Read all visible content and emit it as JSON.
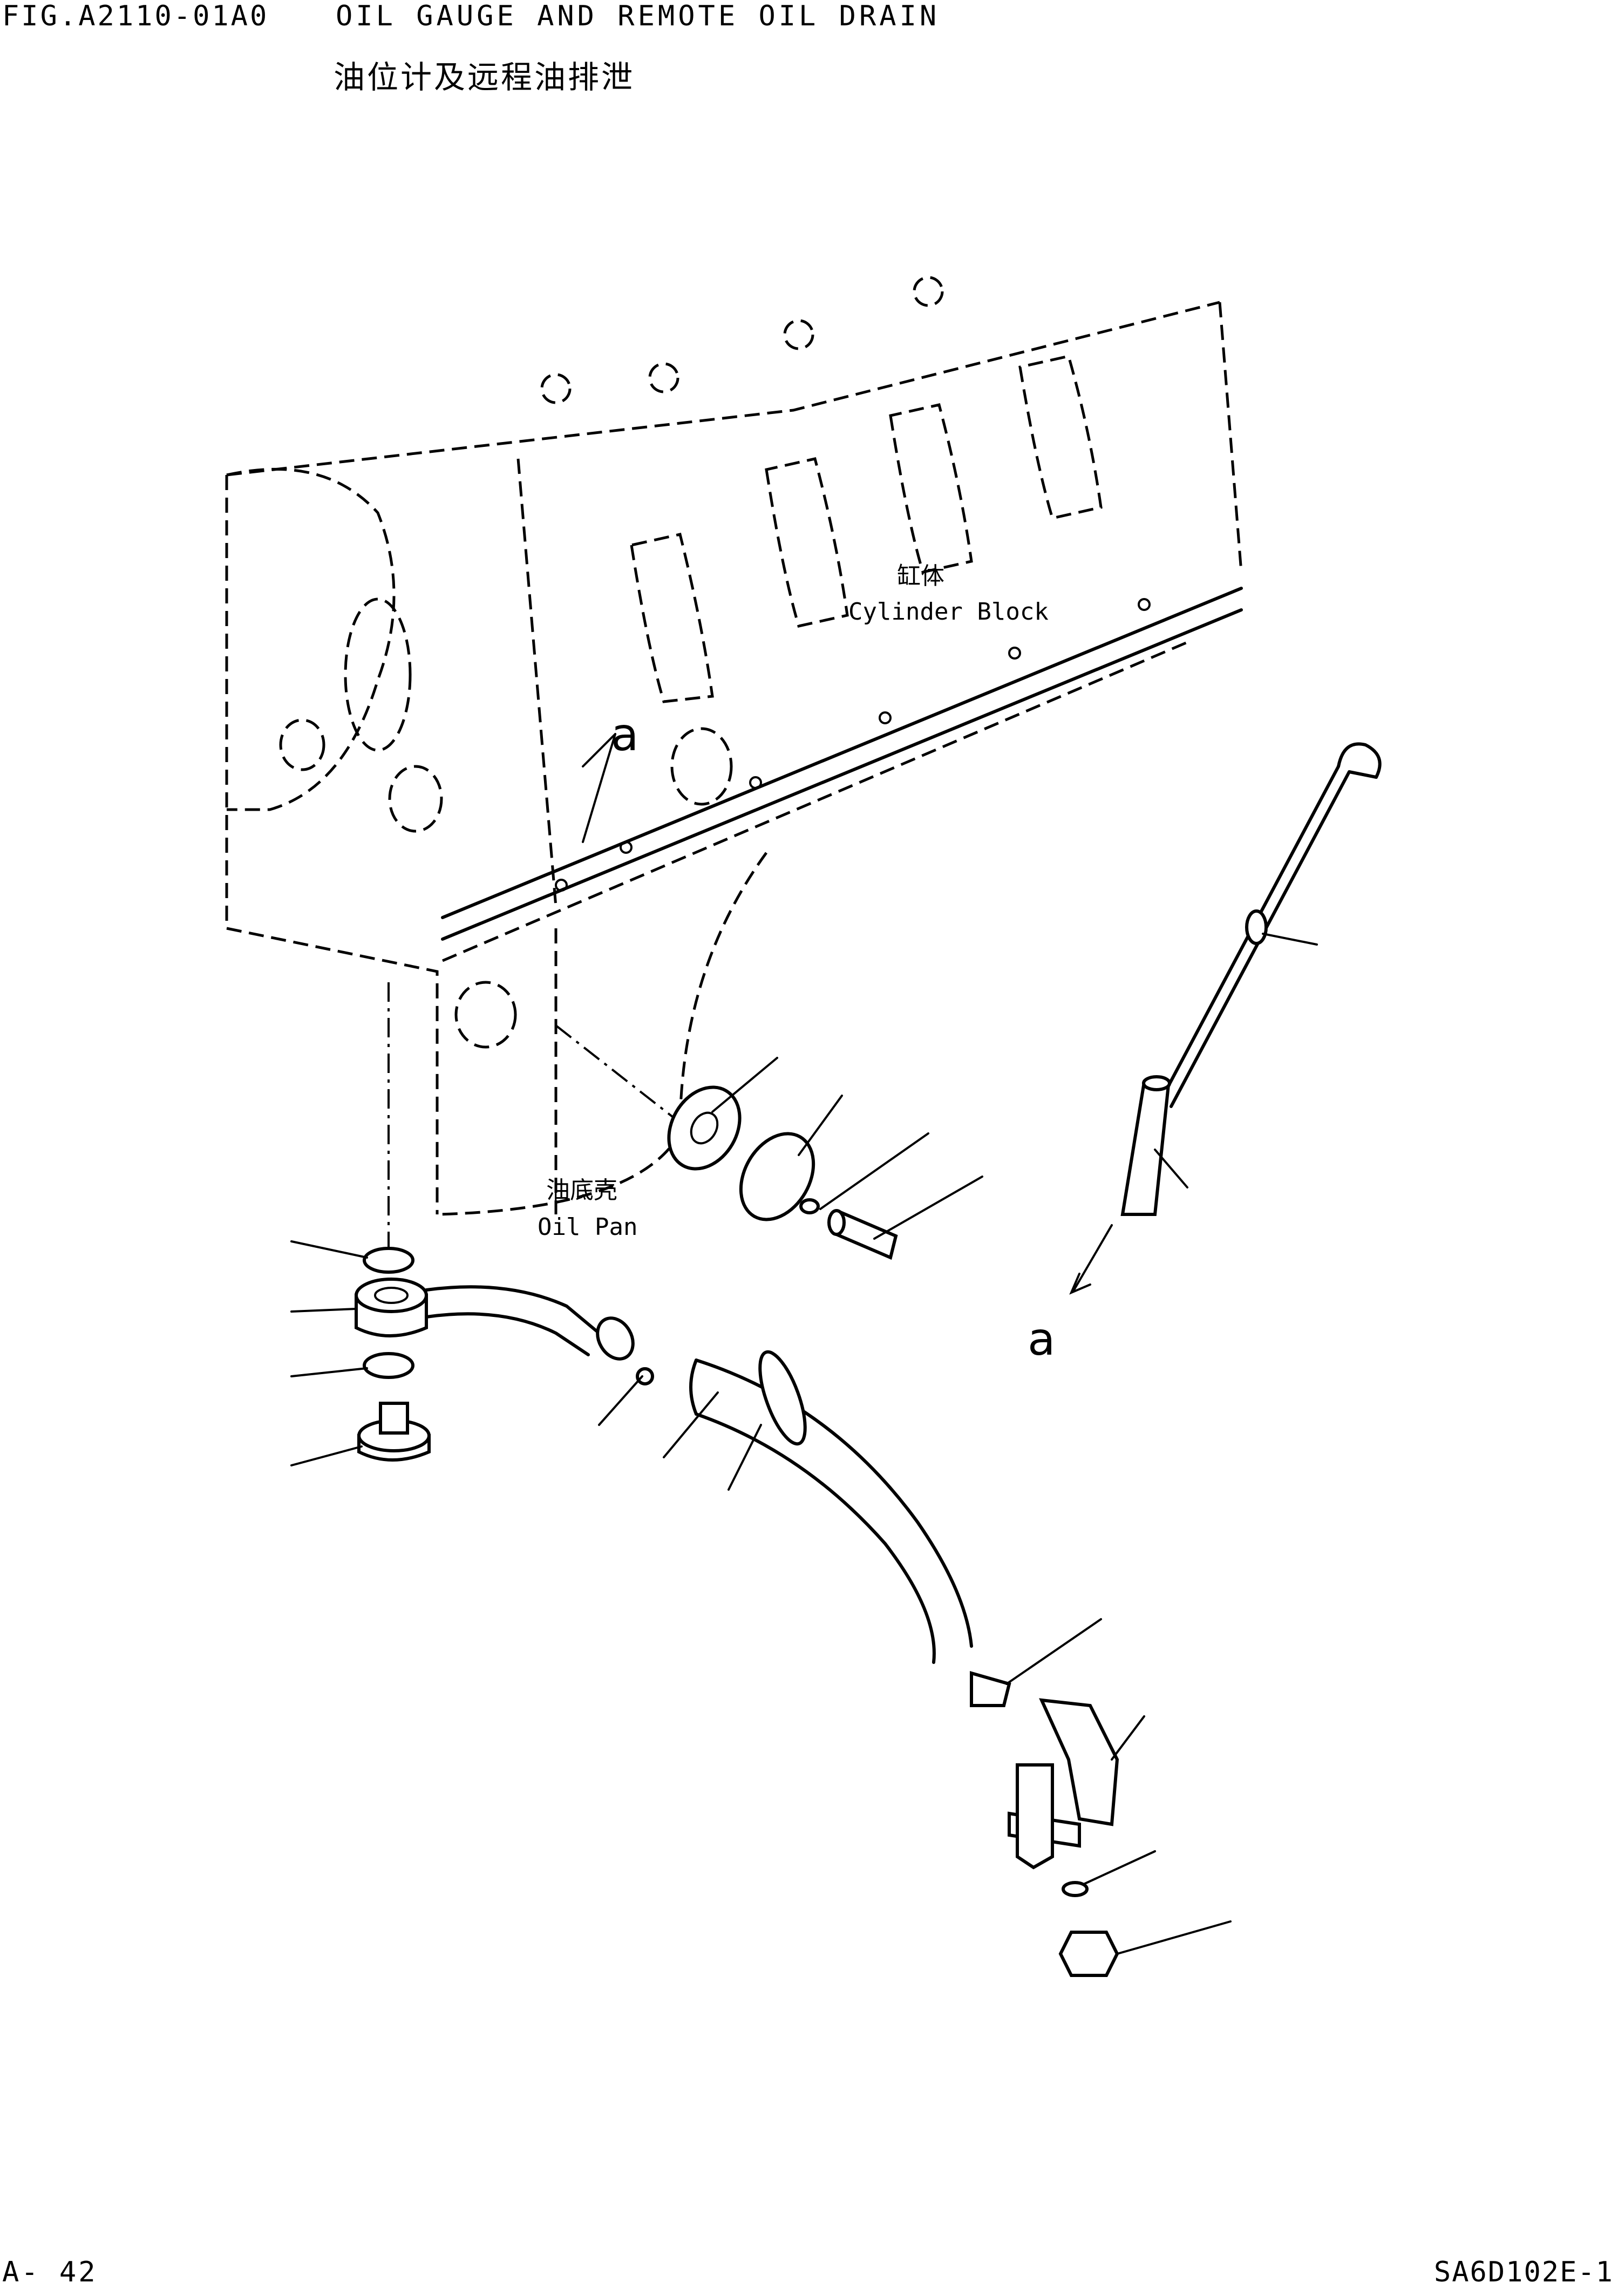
{
  "header": {
    "figure_code": "FIG.A2110-01A0",
    "title_en": "OIL GAUGE AND REMOTE OIL DRAIN",
    "title_cn": "油位计及远程油排泄"
  },
  "labels": {
    "cylinder_block_cn": "缸体",
    "cylinder_block_en": "Cylinder Block",
    "oil_pan_cn": "油底壳",
    "oil_pan_en": "Oil Pan",
    "marker_a": "a"
  },
  "footer": {
    "page": "A- 42",
    "model": "SA6D102E-1"
  }
}
